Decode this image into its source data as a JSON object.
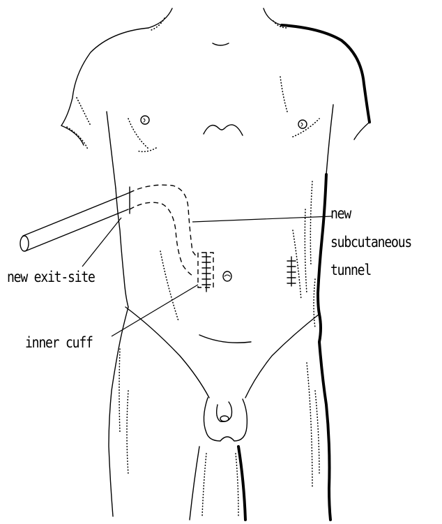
{
  "labels": {
    "new_exit_site": "new exit-site",
    "inner_cuff": "inner cuff",
    "tunnel_line1": "new",
    "tunnel_line2": "subcutaneous",
    "tunnel_line3": "tunnel"
  },
  "colors": {
    "ink": "#000000",
    "paper": "#ffffff"
  }
}
